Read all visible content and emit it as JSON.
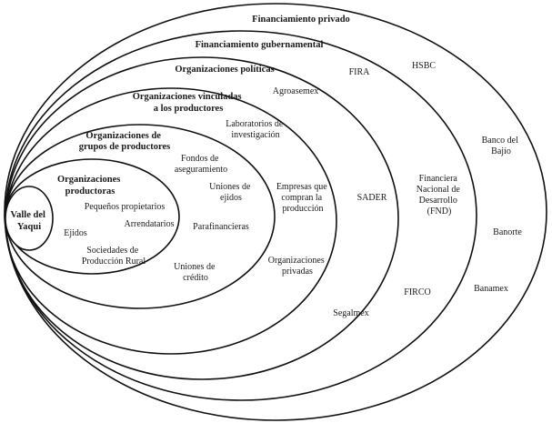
{
  "colors": {
    "line": "#111111",
    "text": "#1a1a1a",
    "background": "#ffffff"
  },
  "rings": {
    "privado": "Financiamiento privado",
    "gubernamental": "Financiamiento gubernamental",
    "politicas": "Organizaciones políticas",
    "vinculadas": [
      "Organizaciones vinculadas",
      "a los productores"
    ],
    "grupos": [
      "Organizaciones de",
      "grupos de productores"
    ],
    "productoras": [
      "Organizaciones",
      "productoras"
    ],
    "centro": [
      "Valle del",
      "Yaqui"
    ]
  },
  "entities": {
    "productoras": {
      "pequenos": "Pequeños propietarios",
      "arrendatarios": "Arrendatarios",
      "ejidos": "Ejidos",
      "sociedades": [
        "Sociedades de",
        "Producción Rural"
      ]
    },
    "grupos": {
      "fondos": [
        "Fondos de",
        "aseguramiento"
      ],
      "uniones_ejidos": [
        "Uniones de",
        "ejidos"
      ],
      "parafinancieras": "Parafinancieras",
      "uniones_credito": [
        "Uniones de",
        "crédito"
      ]
    },
    "vinculadas": {
      "laboratorios": [
        "Laboratorios de",
        "investigación"
      ],
      "empresas": [
        "Empresas que",
        "compran la",
        "producción"
      ],
      "org_privadas": [
        "Organizaciones",
        "privadas"
      ]
    },
    "politicas": {
      "agroasemex": "Agroasemex",
      "sader": "SADER",
      "segalmex": "Segalmex"
    },
    "gubernamental": {
      "fira": "FIRA",
      "fnd": [
        "Financiera",
        "Nacional de",
        "Desarrollo",
        "(FND)"
      ],
      "firco": "FIRCO"
    },
    "privado": {
      "hsbc": "HSBC",
      "banco_bajio": [
        "Banco del",
        "Bajío"
      ],
      "banorte": "Banorte",
      "banamex": "Banamex"
    }
  }
}
